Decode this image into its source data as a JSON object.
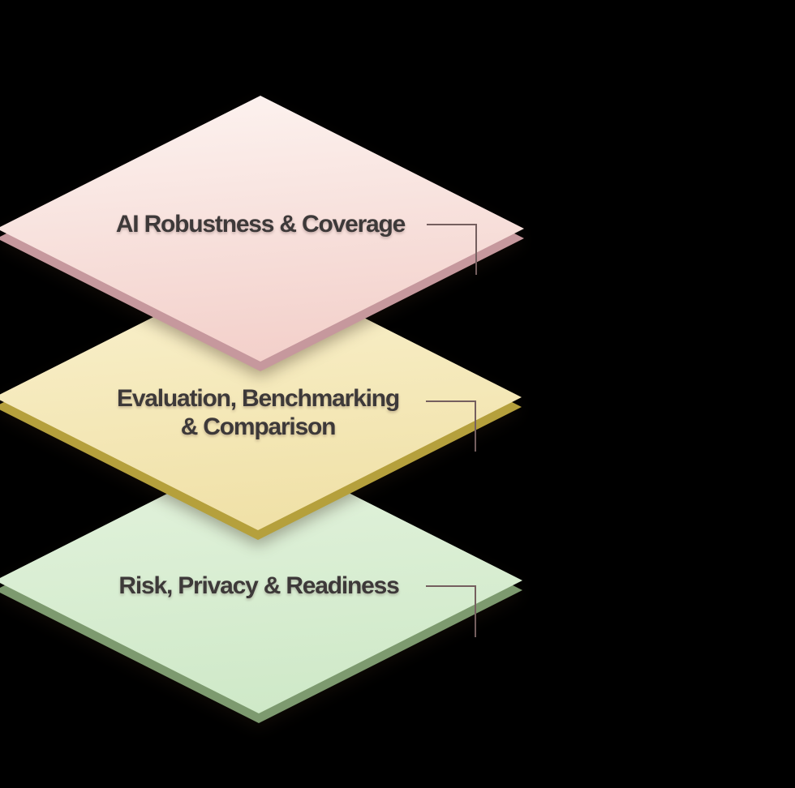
{
  "background_color": "#000000",
  "text_color": "#3d3939",
  "connector_color": "#755f5f",
  "layers": [
    {
      "id": "robustness",
      "name": "AI Robustness & Coverage",
      "lines": [
        "AI Robustness & Coverage"
      ],
      "face_gradient": [
        "#fdf4f1",
        "#f2cdc7"
      ],
      "side_color": "#c6989d"
    },
    {
      "id": "evaluation",
      "name": "Evaluation, Benchmarking & Comparison",
      "lines": [
        "Evaluation, Benchmarking",
        "& Comparison"
      ],
      "face_gradient": [
        "#faf2d0",
        "#efdfa3"
      ],
      "side_color": "#b5a03c"
    },
    {
      "id": "risk",
      "name": "Risk, Privacy & Readiness",
      "lines": [
        "Risk, Privacy & Readiness"
      ],
      "face_gradient": [
        "#e4f3de",
        "#cde8c6"
      ],
      "side_color": "#7d9a6f"
    }
  ]
}
